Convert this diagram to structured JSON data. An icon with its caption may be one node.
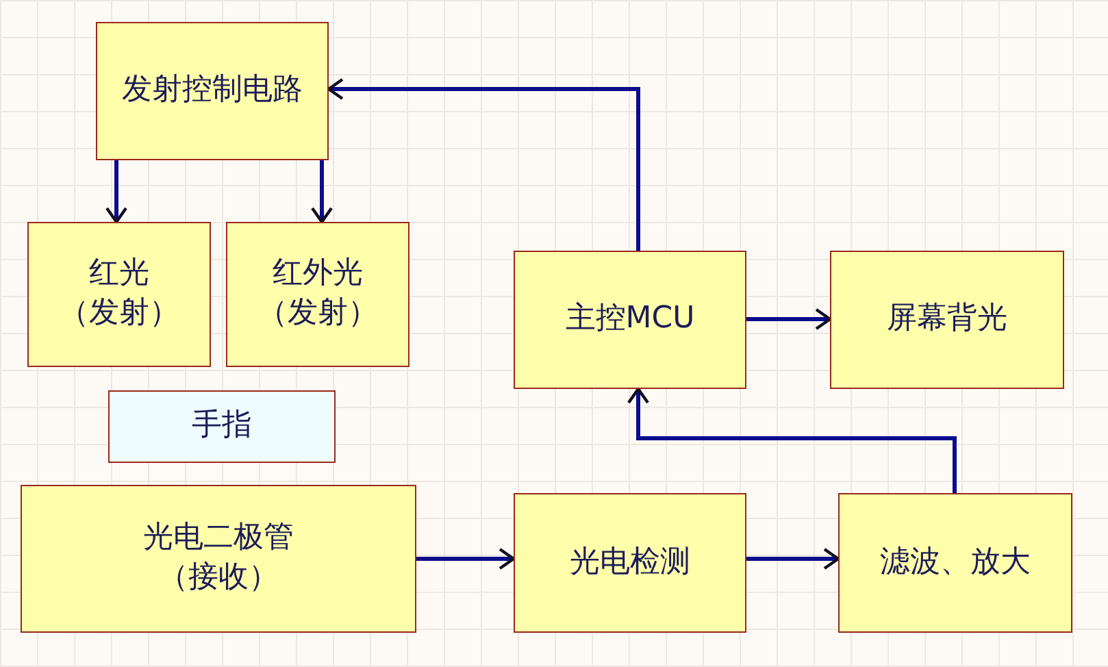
{
  "diagram": {
    "nodes": [
      {
        "text": [
          "发射控制电路"
        ]
      },
      {
        "text": [
          "红光",
          "（发射）"
        ]
      },
      {
        "text": [
          "红外光",
          "（发射）"
        ]
      },
      {
        "text": [
          "主控MCU"
        ]
      },
      {
        "text": [
          "屏幕背光"
        ]
      },
      {
        "text": [
          "手指"
        ]
      },
      {
        "text": [
          "光电二极管",
          "（接收）"
        ]
      },
      {
        "text": [
          "光电检测"
        ]
      },
      {
        "text": [
          "滤波、放大"
        ]
      }
    ],
    "edges": [
      {
        "from": 0,
        "to": 1,
        "arrow": "to"
      },
      {
        "from": 0,
        "to": 2,
        "arrow": "to"
      },
      {
        "from": 3,
        "to": 0,
        "arrow": "to"
      },
      {
        "from": 3,
        "to": 4,
        "arrow": "to"
      },
      {
        "from": 6,
        "to": 7,
        "arrow": "to"
      },
      {
        "from": 7,
        "to": 8,
        "arrow": "to"
      },
      {
        "from": 8,
        "to": 3,
        "arrow": "to"
      }
    ]
  }
}
